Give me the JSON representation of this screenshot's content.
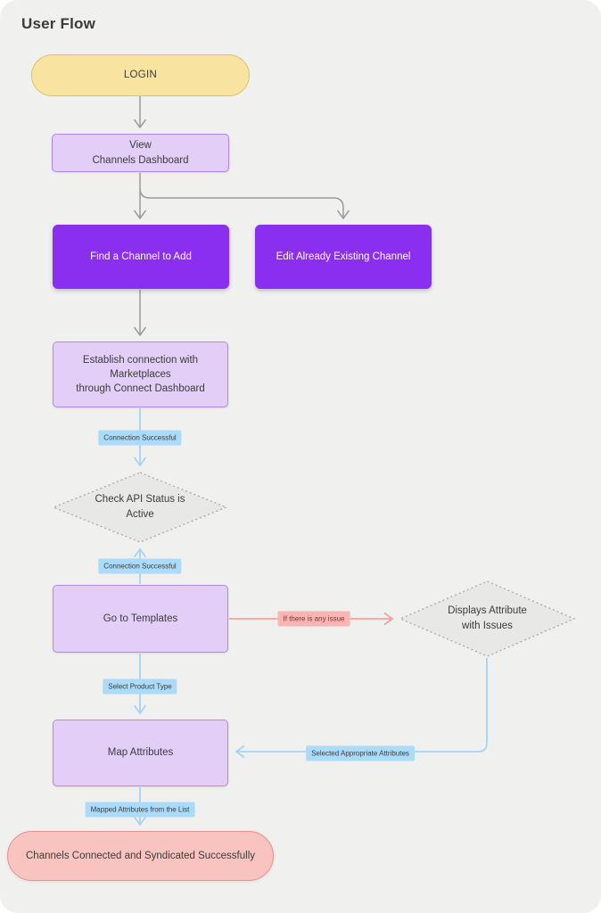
{
  "title": "User Flow",
  "nodes": {
    "login": "LOGIN",
    "view_dashboard": "View\nChannels Dashboard",
    "find_channel": "Find a Channel to Add",
    "edit_channel": "Edit Already Existing Channel",
    "establish_connection": "Establish connection with Marketplaces\nthrough Connect Dashboard",
    "check_api": "Check API Status is\nActive",
    "go_templates": "Go to Templates",
    "displays_issues": "Displays Attribute\nwith Issues",
    "map_attributes": "Map Attributes",
    "success": "Channels Connected and Syndicated Successfully"
  },
  "edge_labels": {
    "connection_successful_1": "Connection Successful",
    "connection_successful_2": "Connection Successful",
    "select_product_type": "Select Product Type",
    "if_issue": "If there is any issue",
    "selected_attributes": "Selected Appropriate Attributes",
    "mapped_attributes": "Mapped Attributes from the List"
  },
  "colors": {
    "canvas_bg": "#f0f0ee",
    "start_fill": "#f9e3a0",
    "start_border": "#e0c070",
    "step_fill": "#e3cef8",
    "step_border": "#b286ec",
    "action_fill": "#8a2ff0",
    "decision_fill": "#e8e8e7",
    "decision_border": "#a8a8a8",
    "end_fill": "#f9c4bf",
    "end_border": "#e2928b",
    "edge_gray": "#9b9b9b",
    "edge_blue": "#a5d4f5",
    "edge_pink": "#f4a29e",
    "label_blue_bg": "#abdbf8",
    "label_pink_bg": "#f8b5b2"
  }
}
